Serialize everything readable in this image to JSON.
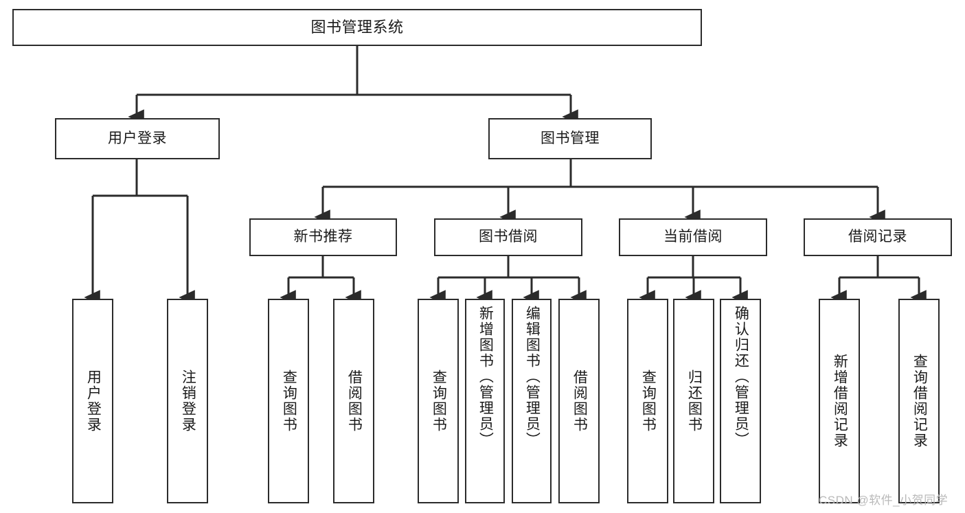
{
  "diagram": {
    "title": "图书管理系统",
    "type": "tree-hierarchy",
    "root": {
      "id": "root",
      "label": "图书管理系统"
    },
    "level1": [
      {
        "id": "user-login",
        "label": "用户登录"
      },
      {
        "id": "book-manage",
        "label": "图书管理"
      }
    ],
    "level2": [
      {
        "id": "new-book-recommend",
        "label": "新书推荐",
        "parent": "book-manage"
      },
      {
        "id": "book-borrow",
        "label": "图书借阅",
        "parent": "book-manage"
      },
      {
        "id": "current-borrow",
        "label": "当前借阅",
        "parent": "book-manage"
      },
      {
        "id": "borrow-record",
        "label": "借阅记录",
        "parent": "book-manage"
      }
    ],
    "leaves": [
      {
        "id": "leaf-user-login",
        "label": "用户登录",
        "parent": "user-login"
      },
      {
        "id": "leaf-logout-login",
        "label": "注销登录",
        "parent": "user-login"
      },
      {
        "id": "leaf-query-book-1",
        "label": "查询图书",
        "parent": "new-book-recommend"
      },
      {
        "id": "leaf-borrow-book-1",
        "label": "借阅图书",
        "parent": "new-book-recommend"
      },
      {
        "id": "leaf-query-book-2",
        "label": "查询图书",
        "parent": "book-borrow"
      },
      {
        "id": "leaf-add-book",
        "label": "新增图书（管理员）",
        "parent": "book-borrow"
      },
      {
        "id": "leaf-edit-book",
        "label": "编辑图书（管理员）",
        "parent": "book-borrow"
      },
      {
        "id": "leaf-borrow-book-2",
        "label": "借阅图书",
        "parent": "book-borrow"
      },
      {
        "id": "leaf-query-book-3",
        "label": "查询图书",
        "parent": "current-borrow"
      },
      {
        "id": "leaf-return-book",
        "label": "归还图书",
        "parent": "current-borrow"
      },
      {
        "id": "leaf-confirm-return",
        "label": "确认归还（管理员）",
        "parent": "current-borrow"
      },
      {
        "id": "leaf-add-record",
        "label": "新增借阅记录",
        "parent": "borrow-record"
      },
      {
        "id": "leaf-query-record",
        "label": "查询借阅记录",
        "parent": "borrow-record"
      }
    ],
    "watermark": "CSDN @软件_小贺同学",
    "colors": {
      "stroke": "#2b2b2b",
      "fill": "#ffffff",
      "text": "#1a1a1a",
      "watermark": "#b9b9b9"
    }
  }
}
